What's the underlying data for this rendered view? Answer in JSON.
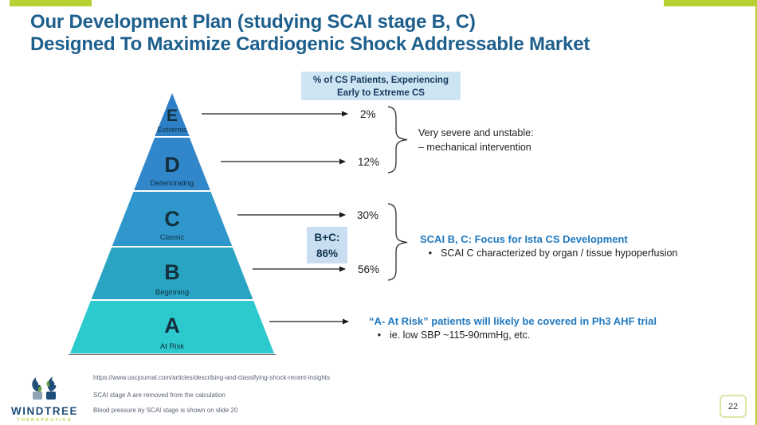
{
  "slide": {
    "title_line1": "Our Development Plan (studying SCAI stage B, C)",
    "title_line2": "Designed To Maximize Cardiogenic Shock Addressable Market",
    "page_number": "22"
  },
  "colors": {
    "accent_green": "#b9d034",
    "title_blue": "#1d5f8c",
    "heading_blue": "#1f78bf",
    "light_blue_box": "#cde4f3"
  },
  "header_box": {
    "line1": "% of CS Patients, Experiencing",
    "line2": "Early to Extreme CS"
  },
  "chart_data": {
    "type": "pyramid",
    "title": "% of CS Patients, Experiencing Early to Extreme CS",
    "levels": [
      {
        "letter": "E",
        "name": "Extremis",
        "pct": "2%",
        "color": "#2e80c6"
      },
      {
        "letter": "D",
        "name": "Deteriorating",
        "pct": "12%",
        "color": "#3187ca"
      },
      {
        "letter": "C",
        "name": "Classic",
        "pct": "30%",
        "color": "#2f97cb"
      },
      {
        "letter": "B",
        "name": "Beginning",
        "pct": "56%",
        "color": "#29a5c3"
      },
      {
        "letter": "A",
        "name": "At Risk",
        "pct": "",
        "color": "#2cc9cd"
      }
    ],
    "combined": "B+C: 86%"
  },
  "bc_box": {
    "line1": "B+C:",
    "line2": "86%"
  },
  "annotations": {
    "severe_line1": "Very severe and unstable:",
    "severe_line2": "– mechanical intervention",
    "focus_heading": "SCAI B, C: Focus for Ista CS Development",
    "focus_bullet": "SCAI C characterized by organ / tissue hypoperfusion",
    "atrisk_heading": "“A- At Risk” patients will likely be covered in Ph3 AHF trial",
    "atrisk_bullet": "ie. low SBP ~115-90mmHg, etc."
  },
  "footnotes": [
    "https://www.uscjournal.com/articles/describing-and-classifying-shock-recent-insights",
    "SCAI stage A are removed from the calculation",
    "Blood pressure by SCAI stage is shown on slide 20"
  ],
  "logo": {
    "name": "WINDTREE",
    "subtitle": "THERAPEUTICS"
  }
}
